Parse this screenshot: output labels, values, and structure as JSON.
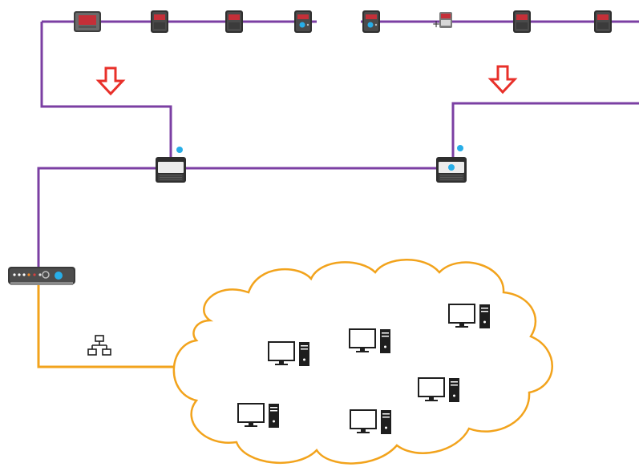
{
  "diagram": {
    "colors": {
      "bus_wire": "#7b3fa3",
      "ethernet_wire": "#f2a31c",
      "flow_arrow": "#e8302a",
      "status_dot": "#27aee8",
      "device_body": "#3a3a3a",
      "device_screen": "#c52f38"
    },
    "icons": {
      "network": "network-topology-icon",
      "computer": "desktop-computer-icon",
      "arrow": "down-arrow-icon"
    },
    "bus": {
      "meters_left": [
        {
          "type": "wide"
        },
        {
          "type": "standard"
        },
        {
          "type": "standard"
        },
        {
          "type": "standard-dot"
        }
      ],
      "meters_right": [
        {
          "type": "standard-dot"
        },
        {
          "type": "small-plus"
        },
        {
          "type": "standard"
        },
        {
          "type": "standard"
        }
      ],
      "gateways": [
        "data-concentrator-left",
        "data-concentrator-right"
      ],
      "converter": "bus-to-ethernet-converter"
    },
    "network_cloud": {
      "computers": 6
    }
  }
}
